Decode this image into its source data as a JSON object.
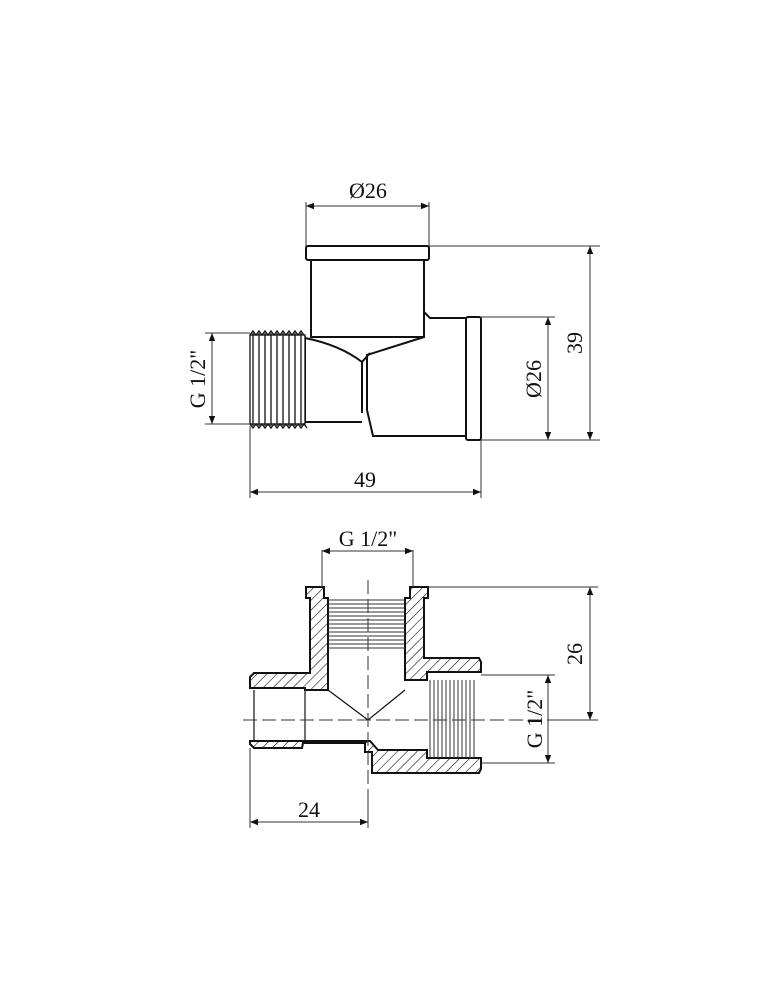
{
  "drawing": {
    "title": "Tee fitting technical drawing",
    "top_view": {
      "dim_top_diameter": "Ø26",
      "dim_right_diameter": "Ø26",
      "dim_height": "39",
      "dim_length": "49",
      "dim_thread_left": "G 1/2\""
    },
    "section_view": {
      "dim_top_thread": "G 1/2\"",
      "dim_right_thread": "G 1/2\"",
      "dim_height": "26",
      "dim_length": "24"
    },
    "colors": {
      "line": "#111111",
      "dim_line": "#333333",
      "background": "#ffffff"
    }
  }
}
